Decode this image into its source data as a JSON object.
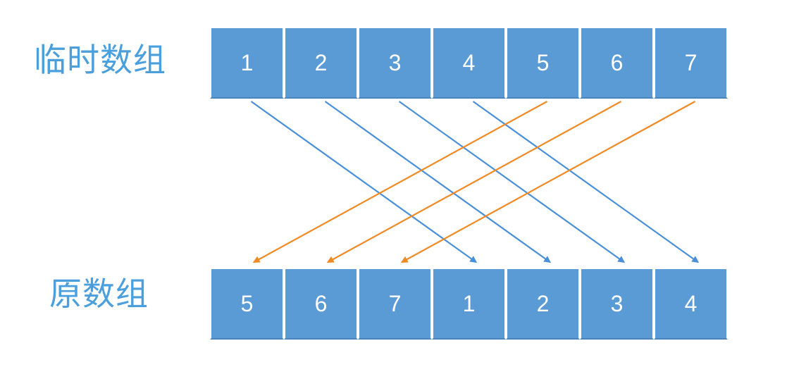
{
  "labels": {
    "top": "临时数组",
    "bottom": "原数组"
  },
  "temp_array": [
    "1",
    "2",
    "3",
    "4",
    "5",
    "6",
    "7"
  ],
  "original_array": [
    "5",
    "6",
    "7",
    "1",
    "2",
    "3",
    "4"
  ],
  "mappings": [
    {
      "from": 0,
      "to": 3,
      "color": "#4a90d9"
    },
    {
      "from": 1,
      "to": 4,
      "color": "#4a90d9"
    },
    {
      "from": 2,
      "to": 5,
      "color": "#4a90d9"
    },
    {
      "from": 3,
      "to": 6,
      "color": "#4a90d9"
    },
    {
      "from": 4,
      "to": 0,
      "color": "#f08a24"
    },
    {
      "from": 5,
      "to": 1,
      "color": "#f08a24"
    },
    {
      "from": 6,
      "to": 2,
      "color": "#f08a24"
    }
  ],
  "colors": {
    "cell_fill": "#5b9bd5",
    "cell_text": "#ffffff",
    "label_text": "#4a9fdc",
    "arrow_blue": "#4a90d9",
    "arrow_orange": "#f08a24"
  }
}
